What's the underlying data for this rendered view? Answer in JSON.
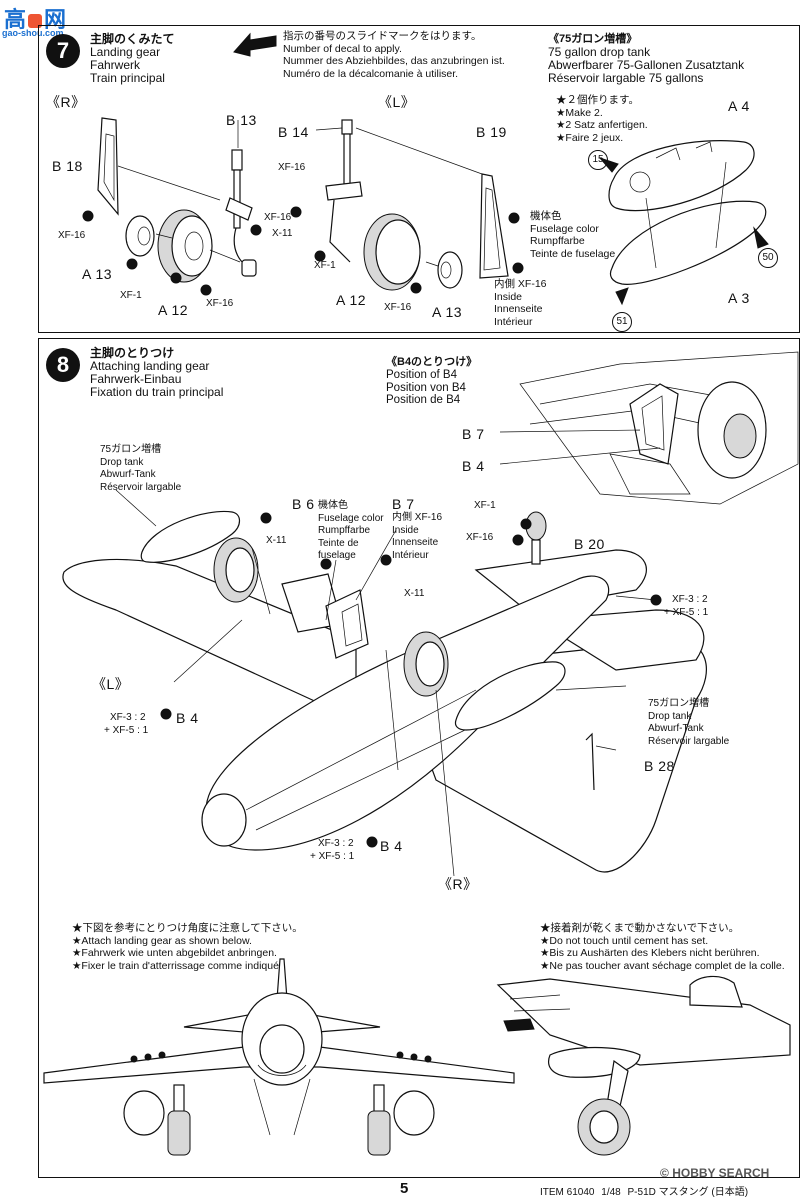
{
  "watermark_top": {
    "logo": "高",
    "logo2": "网",
    "url": "gao-shou.com"
  },
  "step7": {
    "number": "7",
    "title_lines": [
      "主脚のくみたて",
      "Landing gear",
      "Fahrwerk",
      "Train principal"
    ],
    "decal_note_lines": [
      "指示の番号のスライドマークをはります。",
      "Number of decal to apply.",
      "Nummer des Abziehbildes, das anzubringen ist.",
      "Numéro de la décalcomanie à utiliser."
    ],
    "tank_lines": [
      "《75ガロン増槽》",
      "75 gallon drop tank",
      "Abwerfbarer 75-Gallonen Zusatztank",
      "Réservoir largable 75 gallons"
    ],
    "make_lines": [
      "★２個作ります。",
      "★Make 2.",
      "★2 Satz anfertigen.",
      "★Faire 2 jeux."
    ],
    "side_r": "《R》",
    "side_l": "《L》",
    "labels": {
      "b13": "B 13",
      "b18": "B 18",
      "b14": "B 14",
      "b19": "B 19",
      "a13_left": "A 13",
      "a12_left": "A 12",
      "a12_mid": "A 12",
      "a13_mid": "A 13",
      "a4": "A 4",
      "a3": "A 3"
    },
    "paints": {
      "xf16_a": "XF-16",
      "x11": "X-11",
      "xf16_b": "XF-16",
      "xf1_a": "XF-1",
      "xf16_c": "XF-16",
      "xf16_d": "XF-16",
      "xf1_b": "XF-1",
      "xf16_e": "XF-16"
    },
    "fuselage_lines": [
      "機体色",
      "Fuselage color",
      "Rumpffarbe",
      "Teinte de fuselage"
    ],
    "inside_lines": [
      "内側  XF-16",
      "Inside",
      "Innenseite",
      "Intérieur"
    ],
    "decals": {
      "d15": "15",
      "d50": "50",
      "d51": "51"
    }
  },
  "step8": {
    "number": "8",
    "title_lines": [
      "主脚のとりつけ",
      "Attaching landing gear",
      "Fahrwerk-Einbau",
      "Fixation du train principal"
    ],
    "b4_lines": [
      "《B4のとりつけ》",
      "Position of B4",
      "Position von B4",
      "Position de B4"
    ],
    "tank_left_lines": [
      "75ガロン増槽",
      "Drop tank",
      "Abwurf-Tank",
      "Réservoir largable"
    ],
    "tank_right_lines": [
      "75ガロン増槽",
      "Drop tank",
      "Abwurf-Tank",
      "Réservoir largable"
    ],
    "b6_lines": [
      "機体色",
      "Fuselage color",
      "Rumpffarbe",
      "Teinte de",
      "fuselage"
    ],
    "b7_lines": [
      "内側  XF-16",
      "Inside",
      "Innenseite",
      "Intérieur"
    ],
    "labels": {
      "b7_inset": "B 7",
      "b4_inset": "B 4",
      "b6": "B 6",
      "b7": "B 7",
      "b20": "B 20",
      "b4_left": "B 4",
      "b4_bottom": "B 4",
      "b28": "B 28"
    },
    "paints": {
      "xf1": "XF-1",
      "xf16": "XF-16",
      "x11_a": "X-11",
      "x11_b": "X-11",
      "mix_right_1": "XF-3 : 2",
      "mix_right_2": "+ XF-5 : 1",
      "mix_left_1": "XF-3 : 2",
      "mix_left_2": "+ XF-5 : 1",
      "mix_bottom_1": "XF-3 : 2",
      "mix_bottom_2": "+ XF-5 : 1"
    },
    "side_l": "《L》",
    "side_r": "《R》",
    "note_left_lines": [
      "★下図を参考にとりつけ角度に注意して下さい。",
      "★Attach landing gear as shown below.",
      "★Fahrwerk wie unten abgebildet anbringen.",
      "★Fixer le train d'atterrissage comme indiqué."
    ],
    "note_right_lines": [
      "★接着剤が乾くまで動かさないで下さい。",
      "★Do not touch until cement has set.",
      "★Bis zu Aushärten des Klebers nicht berühren.",
      "★Ne pas toucher avant séchage complet de la colle."
    ]
  },
  "footer": {
    "page_number": "5",
    "item_code": "ITEM 61040",
    "scale": "1/48",
    "model": "P-51D マスタング (日本語)",
    "watermark": "HOBBY SEARCH",
    "copyright": "©"
  }
}
